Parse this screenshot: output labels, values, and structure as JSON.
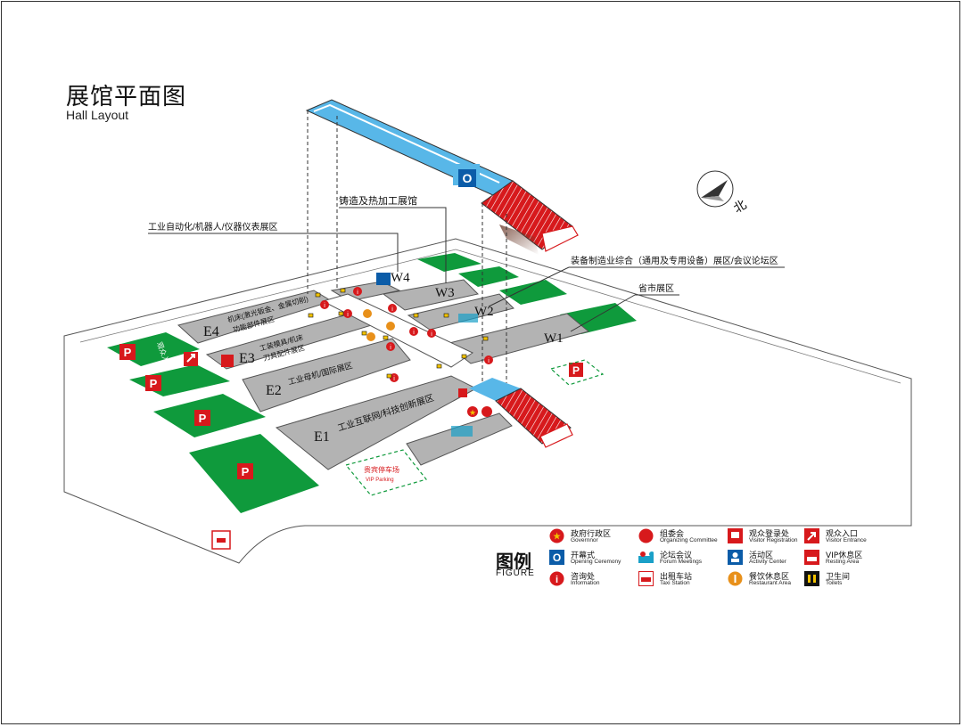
{
  "title": {
    "zh": "展馆平面图",
    "en": "Hall Layout"
  },
  "compass": {
    "label": "北"
  },
  "callouts": {
    "foundry": "铸造及热加工展馆",
    "automation": "工业自动化/机器人/仪器仪表展区",
    "equipment": "装备制造业综合（通用及专用设备）展区/会议论坛区",
    "province": "省市展区"
  },
  "halls": {
    "E4": {
      "code": "E4",
      "line1": "机床(激光钣金、金属切削)",
      "line2": "功能部件展区"
    },
    "E3": {
      "code": "E3",
      "line1": "工装模具/机床",
      "line2": "刀具配件展区"
    },
    "E2": {
      "code": "E2",
      "line1": "工业母机/国际展区"
    },
    "E1": {
      "code": "E1",
      "line1": "工业互联网/科技创新展区"
    },
    "W1": {
      "code": "W1"
    },
    "W2": {
      "code": "W2"
    },
    "W3": {
      "code": "W3"
    },
    "W4": {
      "code": "W4"
    }
  },
  "parking": {
    "symbol": "P",
    "side_label": "观众入口",
    "vip_zh": "贵宾停车场",
    "vip_en": "VIP Parking"
  },
  "opening_stage": {
    "symbol": "O"
  },
  "legend": {
    "title": "图例",
    "subtitle": "FIGURE",
    "items": [
      {
        "icon": "governor-star-icon",
        "zh": "政府行政区",
        "en": "Governnor",
        "color": "#d7191c"
      },
      {
        "icon": "organizing-committee-icon",
        "zh": "组委会",
        "en": "Organizing Committee",
        "color": "#d7191c"
      },
      {
        "icon": "visitor-registration-icon",
        "zh": "观众登录处",
        "en": "Visitor Registration",
        "color": "#d7191c"
      },
      {
        "icon": "visitor-entrance-icon",
        "zh": "观众入口",
        "en": "Visitor Entrance",
        "color": "#d7191c"
      },
      {
        "icon": "opening-ceremony-icon",
        "zh": "开幕式",
        "en": "Opening Ceremony",
        "color": "#0b5ca8"
      },
      {
        "icon": "forum-meetings-icon",
        "zh": "论坛会议",
        "en": "Forum Meetings",
        "color": "#1aa0c8"
      },
      {
        "icon": "activity-center-icon",
        "zh": "活动区",
        "en": "Activity Center",
        "color": "#0b5ca8"
      },
      {
        "icon": "resting-area-icon",
        "zh": "VIP休息区",
        "en": "Resting Area",
        "color": "#d7191c"
      },
      {
        "icon": "information-icon",
        "zh": "咨询处",
        "en": "Information",
        "color": "#d7191c"
      },
      {
        "icon": "taxi-station-icon",
        "zh": "出租车站",
        "en": "Taxi Station",
        "color": "#d7191c"
      },
      {
        "icon": "restaurant-area-icon",
        "zh": "餐饮休息区",
        "en": "Restaurant Area",
        "color": "#e8901a"
      },
      {
        "icon": "toilets-icon",
        "zh": "卫生间",
        "en": "Toilets",
        "color": "#111111"
      }
    ]
  },
  "colors": {
    "hall_gray": "#b3b3b3",
    "green": "#0f9a3c",
    "blue": "#58b7e8",
    "red": "#d7191c",
    "orange": "#e8901a",
    "toilet_yellow": "#f2c200"
  }
}
